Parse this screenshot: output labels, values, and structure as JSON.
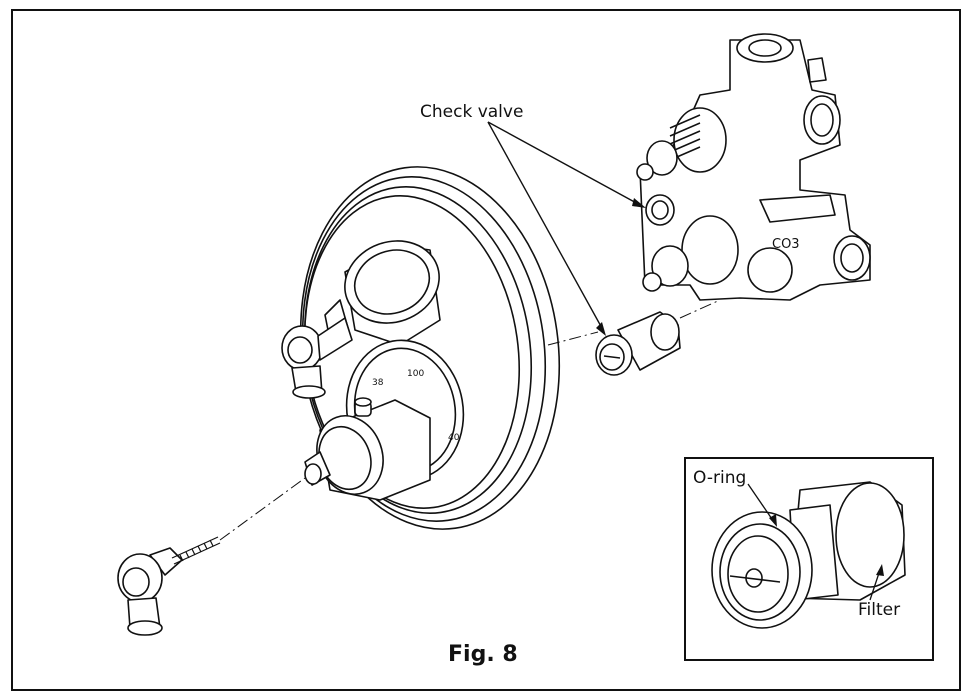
{
  "labels": {
    "check_valve": "Check valve",
    "o_ring": "O-ring",
    "filter": "Filter"
  },
  "caption": "Fig. 8",
  "colors": {
    "line": "#111111",
    "fill": "#ffffff"
  }
}
